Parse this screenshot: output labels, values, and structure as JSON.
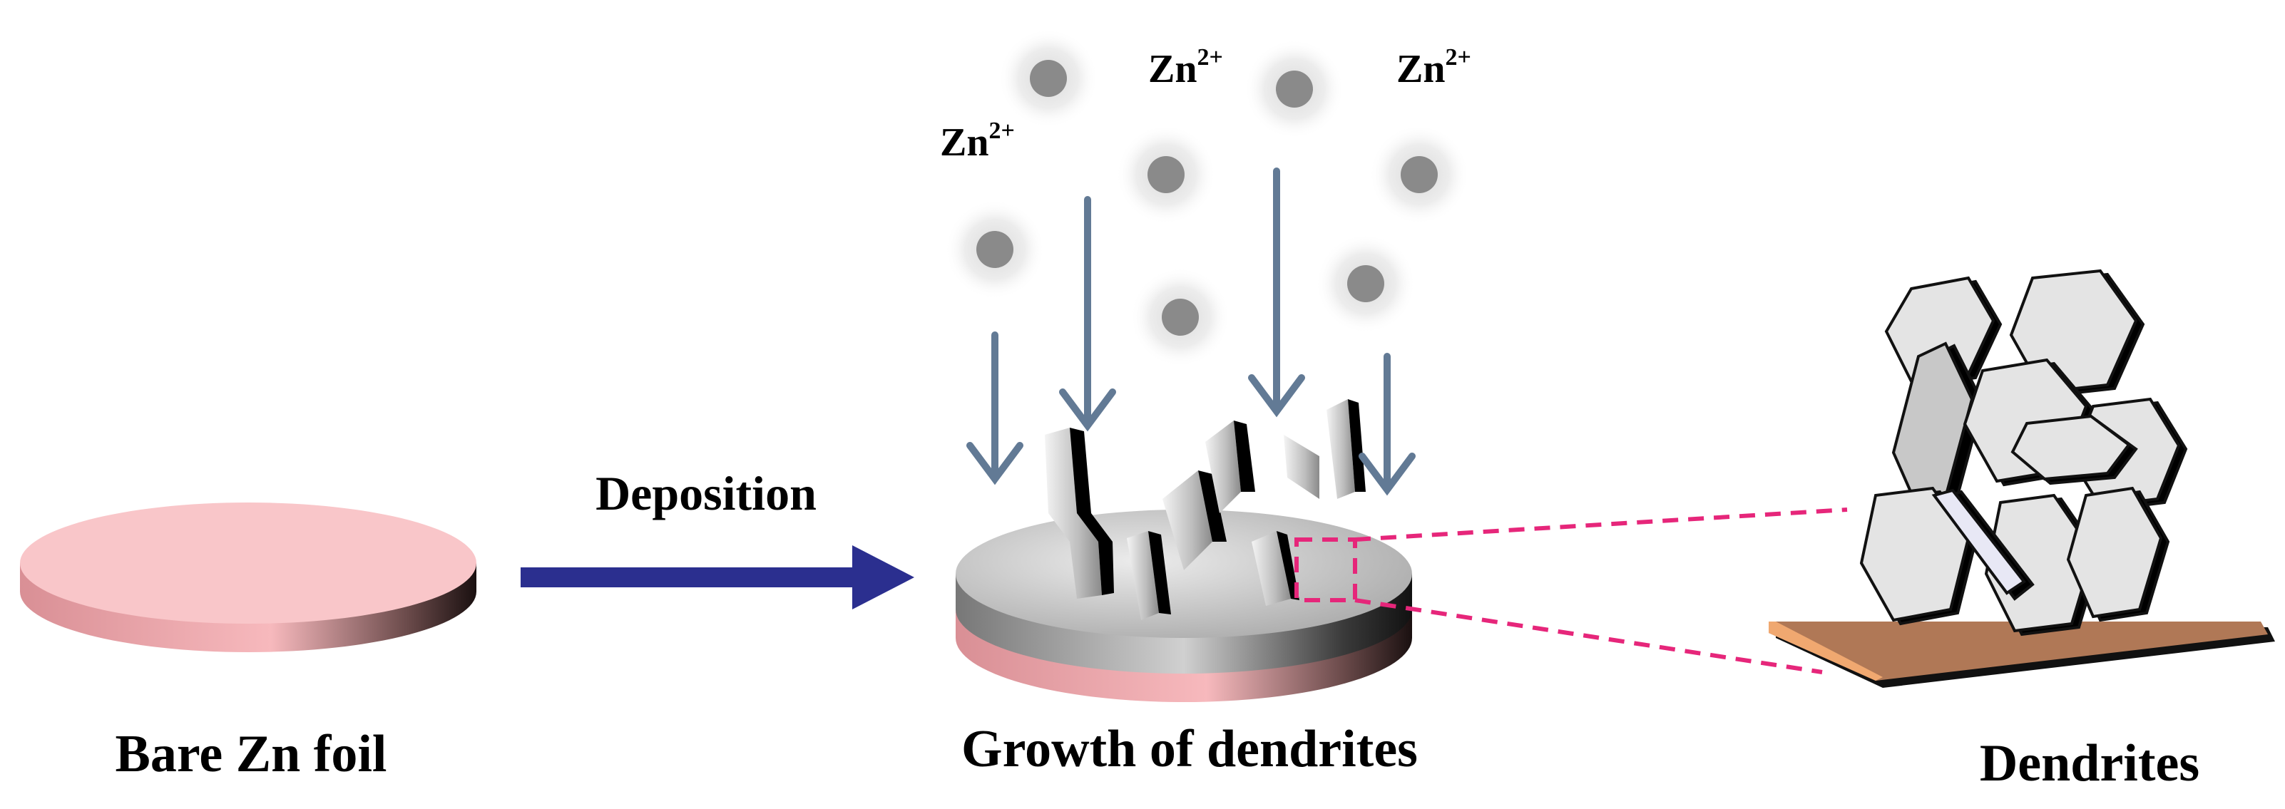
{
  "labels": {
    "bare_foil": "Bare Zn foil",
    "deposition": "Deposition",
    "growth": "Growth of dendrites",
    "dendrites": "Dendrites"
  },
  "ions": [
    {
      "base": "Zn",
      "charge": "2+"
    },
    {
      "base": "Zn",
      "charge": "2+"
    },
    {
      "base": "Zn",
      "charge": "2+"
    }
  ],
  "colors": {
    "foil_pink": "#f9c6c9",
    "foil_edge_dark": "#3a2a2a",
    "deposit_gray": "#c9c9c9",
    "arrow_navy": "#2b2f8f",
    "flux_arrow": "#627a95",
    "ion_dot": "#8a8a8a",
    "zoom_dash": "#e6267a",
    "substrate_brown": "#b07856",
    "hexagon_fill": "#e4e4e4"
  }
}
